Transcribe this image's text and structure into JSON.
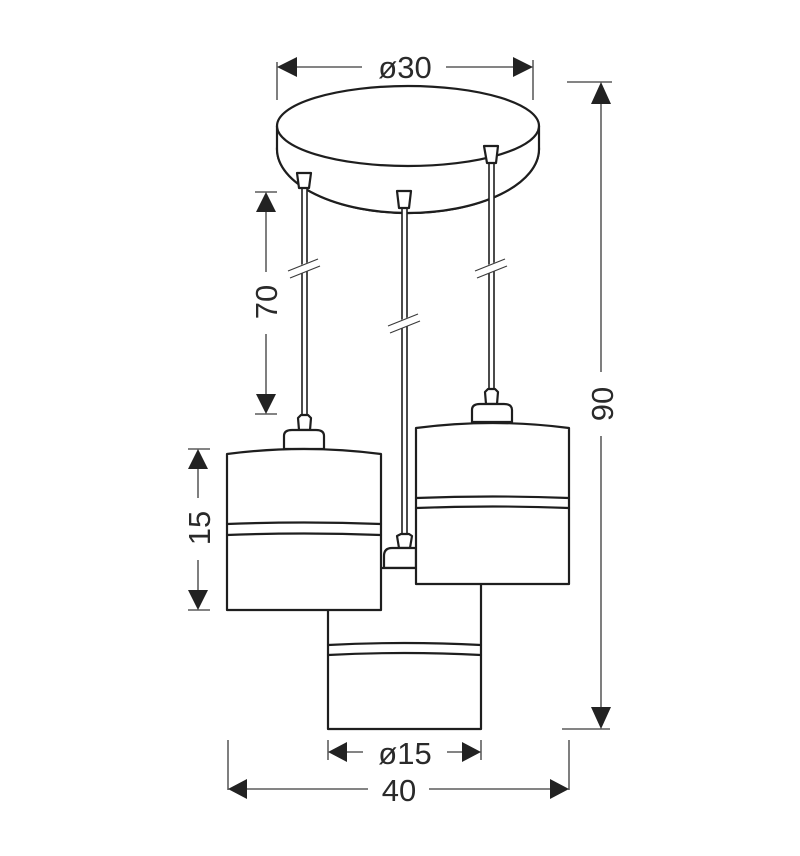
{
  "diagram": {
    "subject": "Three-light pendant lamp dimension drawing",
    "units": "cm",
    "colors": {
      "line": "#1e1e1e",
      "dimension_line": "#3a3a3a",
      "text": "#2a2a2a",
      "background": "#ffffff"
    },
    "dimensions": {
      "canopy_diameter": {
        "label": "ø30",
        "value": 30,
        "kind": "diameter"
      },
      "cable_length": {
        "label": "70",
        "value": 70,
        "kind": "length"
      },
      "shade_height": {
        "label": "15",
        "value": 15,
        "kind": "height"
      },
      "total_height": {
        "label": "90",
        "value": 90,
        "kind": "height"
      },
      "shade_diameter": {
        "label": "ø15",
        "value": 15,
        "kind": "diameter"
      },
      "total_width": {
        "label": "40",
        "value": 40,
        "kind": "width"
      }
    },
    "components": {
      "canopy": "round-ceiling-canopy",
      "pendants": [
        "left-pendant",
        "center-pendant",
        "right-pendant"
      ]
    }
  }
}
